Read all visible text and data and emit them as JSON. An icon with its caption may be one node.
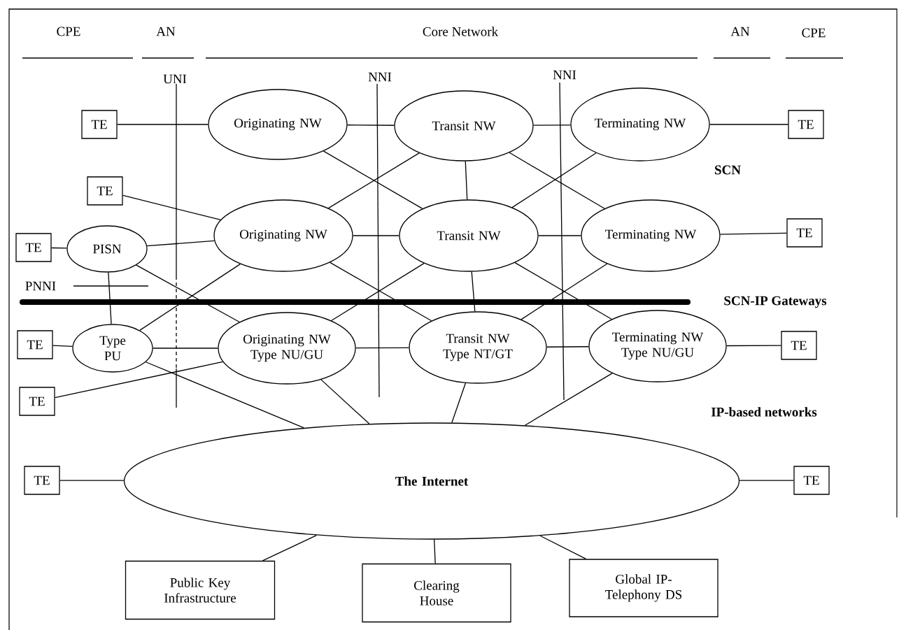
{
  "diagram": {
    "nodes": [
      {
        "text": [
          "TE"
        ]
      },
      {
        "text": [
          "Originating NW"
        ]
      },
      {
        "text": [
          "Transit NW"
        ]
      },
      {
        "text": [
          "Terminating NW"
        ]
      },
      {
        "text": [
          "TE"
        ]
      },
      {
        "text": [
          "TE"
        ]
      },
      {
        "text": [
          "TE"
        ]
      },
      {
        "text": [
          "PISN"
        ]
      },
      {
        "text": [
          "Originating NW"
        ]
      },
      {
        "text": [
          "Transit NW"
        ]
      },
      {
        "text": [
          "Terminating NW"
        ]
      },
      {
        "text": [
          "TE"
        ]
      },
      {
        "text": [
          "TE"
        ]
      },
      {
        "text": [
          "Type PU"
        ]
      },
      {
        "text": [
          "Originating NW Type NU/GU"
        ]
      },
      {
        "text": [
          "Transit NW Type NT/GT"
        ]
      },
      {
        "text": [
          "Terminating NW Type NU/GU"
        ]
      },
      {
        "text": [
          "TE"
        ]
      },
      {
        "text": [
          "TE"
        ]
      },
      {
        "text": [
          "The Internet"
        ]
      },
      {
        "text": [
          "TE"
        ]
      },
      {
        "text": [
          "TE"
        ]
      },
      {
        "text": [
          "Public Key Infrastructure"
        ]
      },
      {
        "text": [
          "Clearing House"
        ]
      },
      {
        "text": [
          "Global IP-Telephony DS"
        ]
      }
    ],
    "edges": [
      {
        "from": 0,
        "to": 1,
        "arrow": "none"
      },
      {
        "from": 1,
        "to": 2,
        "arrow": "none"
      },
      {
        "from": 2,
        "to": 3,
        "arrow": "none"
      },
      {
        "from": 3,
        "to": 4,
        "arrow": "none"
      },
      {
        "from": 1,
        "to": 9,
        "arrow": "none"
      },
      {
        "from": 2,
        "to": 8,
        "arrow": "none"
      },
      {
        "from": 2,
        "to": 9,
        "arrow": "none"
      },
      {
        "from": 2,
        "to": 10,
        "arrow": "none"
      },
      {
        "from": 3,
        "to": 9,
        "arrow": "none"
      },
      {
        "from": 5,
        "to": 8,
        "arrow": "none"
      },
      {
        "from": 6,
        "to": 7,
        "arrow": "none"
      },
      {
        "from": 7,
        "to": 8,
        "arrow": "none"
      },
      {
        "from": 8,
        "to": 9,
        "arrow": "none"
      },
      {
        "from": 9,
        "to": 10,
        "arrow": "none"
      },
      {
        "from": 10,
        "to": 11,
        "arrow": "none"
      },
      {
        "from": 7,
        "to": 13,
        "arrow": "none"
      },
      {
        "from": 7,
        "to": 14,
        "arrow": "none"
      },
      {
        "from": 8,
        "to": 13,
        "arrow": "none"
      },
      {
        "from": 8,
        "to": 15,
        "arrow": "none"
      },
      {
        "from": 9,
        "to": 14,
        "arrow": "none"
      },
      {
        "from": 9,
        "to": 15,
        "arrow": "none"
      },
      {
        "from": 9,
        "to": 16,
        "arrow": "none"
      },
      {
        "from": 10,
        "to": 15,
        "arrow": "none"
      },
      {
        "from": 12,
        "to": 13,
        "arrow": "none"
      },
      {
        "from": 13,
        "to": 14,
        "arrow": "none"
      },
      {
        "from": 14,
        "to": 15,
        "arrow": "none"
      },
      {
        "from": 15,
        "to": 16,
        "arrow": "none"
      },
      {
        "from": 16,
        "to": 17,
        "arrow": "none"
      },
      {
        "from": 18,
        "to": 14,
        "arrow": "none"
      },
      {
        "from": 13,
        "to": 19,
        "arrow": "none"
      },
      {
        "from": 14,
        "to": 19,
        "arrow": "none"
      },
      {
        "from": 15,
        "to": 19,
        "arrow": "none"
      },
      {
        "from": 16,
        "to": 19,
        "arrow": "none"
      },
      {
        "from": 20,
        "to": 19,
        "arrow": "none"
      },
      {
        "from": 19,
        "to": 21,
        "arrow": "none"
      },
      {
        "from": 19,
        "to": 22,
        "arrow": "none"
      },
      {
        "from": 19,
        "to": 23,
        "arrow": "none"
      },
      {
        "from": 19,
        "to": 24,
        "arrow": "none"
      }
    ],
    "labels": [
      "CPE",
      "AN",
      "Core Network",
      "AN",
      "CPE",
      "UNI",
      "NNI",
      "NNI",
      "SCN",
      "PNNI",
      "SCN-IP Gateways",
      "IP-based networks"
    ]
  }
}
